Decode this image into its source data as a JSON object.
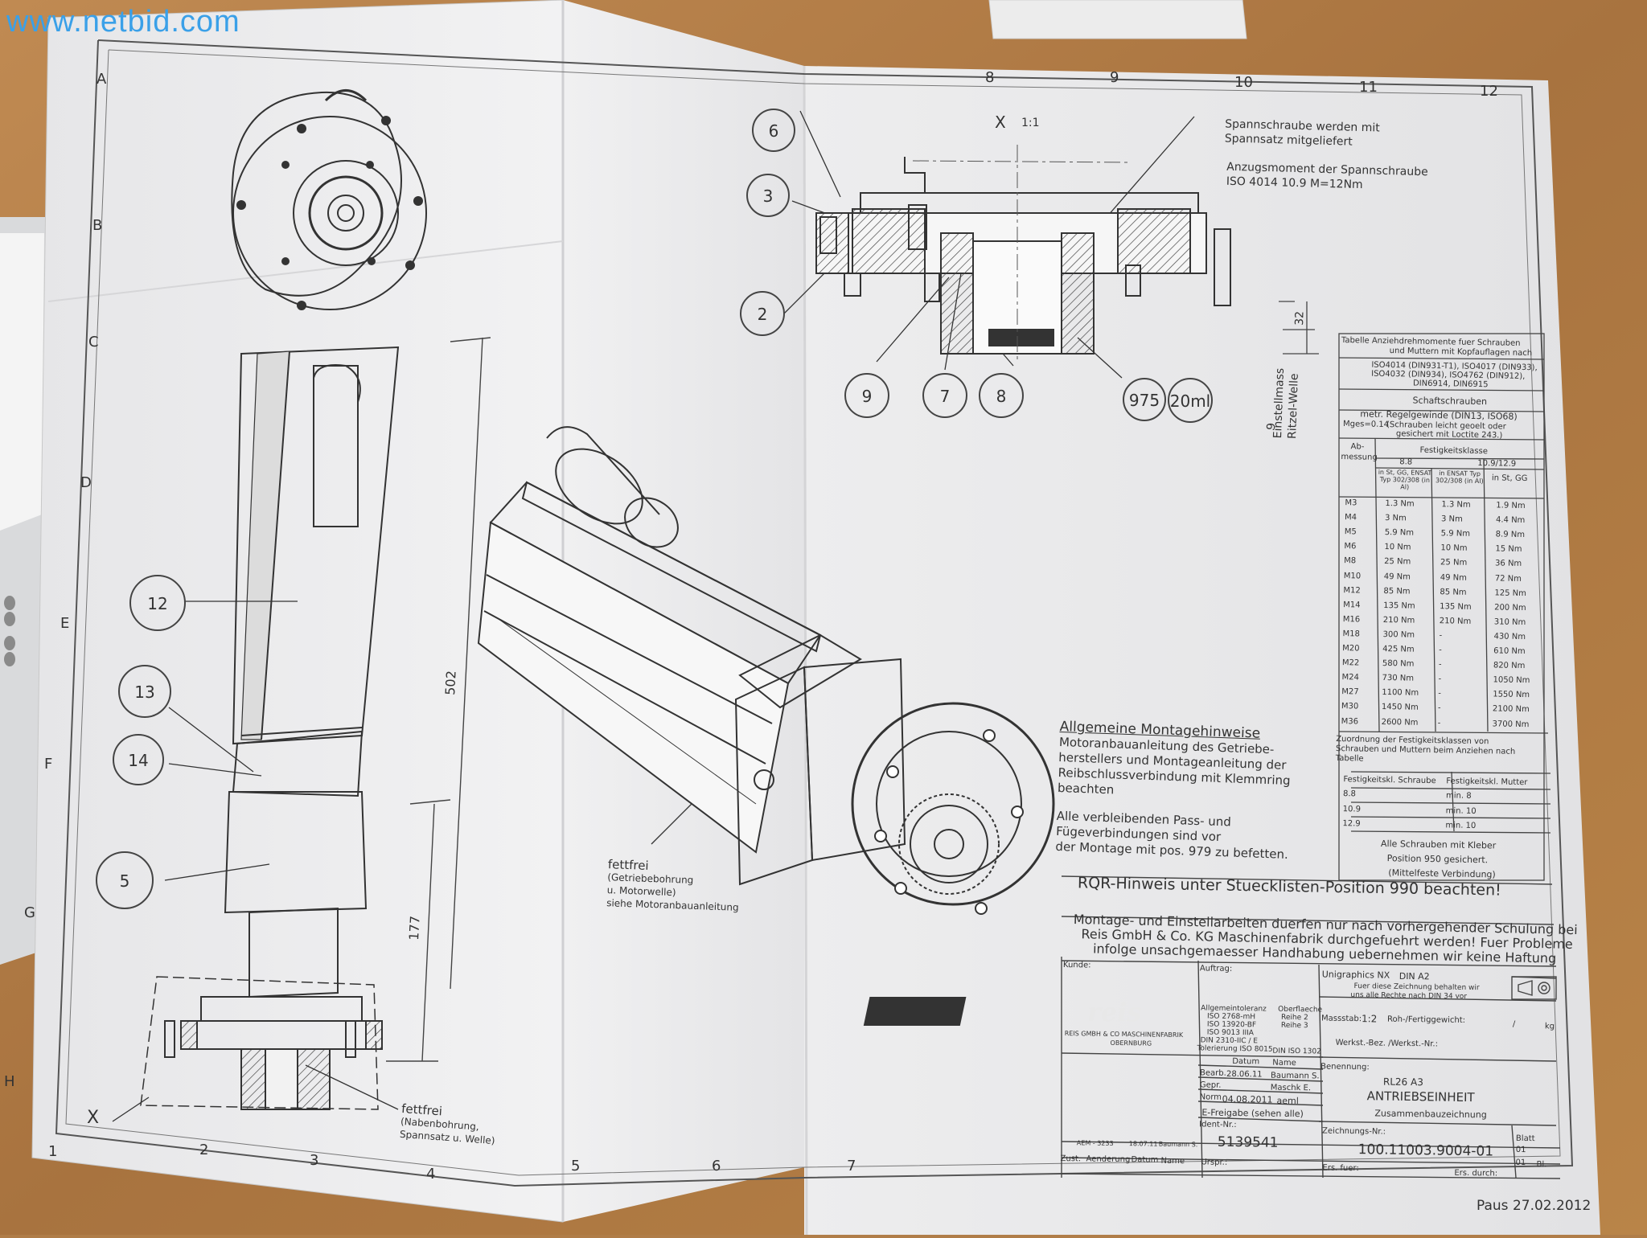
{
  "watermark": "www.netbid.com",
  "grid_cols": [
    "1",
    "2",
    "3",
    "4",
    "5",
    "6",
    "7",
    "8",
    "9",
    "10",
    "11",
    "12"
  ],
  "grid_rows": [
    "A",
    "B",
    "C",
    "D",
    "E",
    "F",
    "G",
    "H"
  ],
  "balloons": [
    "6",
    "3",
    "2",
    "9",
    "7",
    "8",
    "975",
    "20ml",
    "12",
    "13",
    "14",
    "5"
  ],
  "view_label": "X",
  "view_scale": "1:1",
  "detail_label": "X",
  "dims": {
    "d502": "502",
    "d177": "177",
    "d32": "32",
    "d9": "9"
  },
  "notes": {
    "spann1": "Spannschraube werden mit",
    "spann2": "Spannsatz mitgeliefert",
    "anz1": "Anzugsmoment der Spannschraube",
    "anz2": "ISO 4014 10.9 M=12Nm",
    "einstell1": "Einstellmass",
    "einstell2": "Ritzel-Welle",
    "fett1_a": "fettfrei",
    "fett1_b": "(Getriebebohrung",
    "fett1_c": "u. Motorwelle)",
    "fett1_d": "siehe Motoranbauanleitung",
    "fett2_a": "fettfrei",
    "fett2_b": "(Nabenbohrung,",
    "fett2_c": "Spannsatz u. Welle)"
  },
  "montage": {
    "title": "Allgemeine Montagehinweise",
    "lines": [
      "Motoranbauanleitung des Getriebe-",
      "herstellers und Montageanleitung der",
      "Reibschlussverbindung mit Klemmring",
      "beachten",
      "",
      "Alle verbleibenden Pass- und",
      "Fügeverbindungen sind vor",
      "der Montage mit pos. 979 zu befetten."
    ]
  },
  "torque_table": {
    "title1": "Tabelle   Anziehdrehmomente fuer Schrauben",
    "title2": "und Muttern mit Kopfauflagen nach",
    "std1": "ISO4014 (DIN931-T1), ISO4017 (DIN933),",
    "std2": "ISO4032 (DIN934), ISO4762 (DIN912),",
    "std3": "DIN6914, DIN6915",
    "schaft": "Schaftschrauben",
    "gewinde": "metr. Regelgewinde (DIN13, ISO68)",
    "mu_label": "Mges=0.14",
    "mu_text1": "(Schrauben leicht geoelt oder",
    "mu_text2": "gesichert mit Loctite 243.)",
    "col_ab": "Ab-",
    "col_messung": "messung",
    "col_fest": "Festigkeitsklasse",
    "col_88": "8.8",
    "col_109": "10.9/12.9",
    "sub1": "in St, GG, ENSAT Typ 302/308 (in Al)",
    "sub2": "in ENSAT Typ 302/308 (in Al)",
    "sub3": "in St, GG",
    "rows": [
      [
        "M3",
        "1.3 Nm",
        "1.3 Nm",
        "1.9 Nm"
      ],
      [
        "M4",
        "3 Nm",
        "3 Nm",
        "4.4 Nm"
      ],
      [
        "M5",
        "5.9 Nm",
        "5.9 Nm",
        "8.9 Nm"
      ],
      [
        "M6",
        "10 Nm",
        "10 Nm",
        "15 Nm"
      ],
      [
        "M8",
        "25 Nm",
        "25 Nm",
        "36 Nm"
      ],
      [
        "M10",
        "49 Nm",
        "49 Nm",
        "72 Nm"
      ],
      [
        "M12",
        "85 Nm",
        "85 Nm",
        "125 Nm"
      ],
      [
        "M14",
        "135 Nm",
        "135 Nm",
        "200 Nm"
      ],
      [
        "M16",
        "210 Nm",
        "210 Nm",
        "310 Nm"
      ],
      [
        "M18",
        "300 Nm",
        "-",
        "430 Nm"
      ],
      [
        "M20",
        "425 Nm",
        "-",
        "610 Nm"
      ],
      [
        "M22",
        "580 Nm",
        "-",
        "820 Nm"
      ],
      [
        "M24",
        "730 Nm",
        "-",
        "1050 Nm"
      ],
      [
        "M27",
        "1100 Nm",
        "-",
        "1550 Nm"
      ],
      [
        "M30",
        "1450 Nm",
        "-",
        "2100 Nm"
      ],
      [
        "M36",
        "2600 Nm",
        "-",
        "3700 Nm"
      ]
    ],
    "zuord1": "Zuordnung der Festigkeitsklassen von",
    "zuord2": "Schrauben und Muttern beim Anziehen nach",
    "zuord3": "Tabelle",
    "fk_head_s": "Festigkeitskl. Schraube",
    "fk_head_m": "Festigkeitskl. Mutter",
    "fk_rows": [
      [
        "8.8",
        "min. 8"
      ],
      [
        "10.9",
        "min. 10"
      ],
      [
        "12.9",
        "min. 10"
      ]
    ],
    "kleber1": "Alle Schrauben mit Kleber",
    "kleber2": "Position 950 gesichert.",
    "kleber3": "(Mittelfeste Verbindung)"
  },
  "rqr": "RQR-Hinweis unter Stuecklisten-Position 990 beachten!",
  "warn": [
    "Montage- und Einstellarbeiten duerfen nur nach vorhergehender Schulung bei",
    "Reis GmbH & Co. KG Maschinenfabrik durchgefuehrt werden! Fuer Probleme",
    "infolge unsachgemaesser Handhabung uebernehmen wir keine Haftung"
  ],
  "title_block": {
    "kunde": "Kunde:",
    "auftrag": "Auftrag:",
    "unigraphics": "Unigraphics NX",
    "din": "DIN A2",
    "rechte1": "Fuer diese Zeichnung behalten wir",
    "rechte2": "uns alle Rechte nach DIN 34 vor",
    "logo": "reis",
    "company1": "REIS GMBH & CO MASCHINENFABRIK",
    "company2": "OBERNBURG",
    "tol": [
      "Allgemeintoleranz",
      "ISO 2768-mH",
      "ISO 13920-BF",
      "ISO 9013 IIIA",
      "DIN 2310-IIC / E",
      "Tolerierung ISO 8015"
    ],
    "oberfl": [
      "Oberflaeche",
      "Reihe 2",
      "Reihe 3",
      "",
      "DIN ISO 1302"
    ],
    "massstab_label": "Massstab:",
    "massstab": "1:2",
    "rohgewicht": "Roh-/Fertiggewicht:",
    "gewicht": "/",
    "kg": "kg",
    "werkst": "Werkst.-Bez. /Werkst.-Nr.:",
    "datum": "Datum",
    "name": "Name",
    "bearb": "Bearb.",
    "bearb_d": "28.06.11",
    "bearb_n": "Baumann S.",
    "gepr": "Gepr.",
    "gepr_n": "Maschk E.",
    "norm": "Norm",
    "norm_d": "04.08.2011",
    "norm_n": "aeml",
    "freigabe": "E-Freigabe (sehen alle)",
    "benennung": "Benennung:",
    "ben1": "RL26 A3",
    "ben2": "ANTRIEBSEINHEIT",
    "ben3": "Zusammenbauzeichnung",
    "ident_label": "Ident-Nr.:",
    "ident": "5139541",
    "zeich_label": "Zeichnungs-Nr.:",
    "zeich": "100.11003.9004-01",
    "blatt": "Blatt",
    "blatt1": "01",
    "blatt2": "01",
    "bl": "Bl.",
    "aend_code": "AEM - 3233",
    "aend_date": "18.07.11",
    "aend_name": "Baumann S.",
    "zust": "Zust.",
    "aenderung": "Aenderung",
    "datum2": "Datum",
    "name2": "Name",
    "urspr": "Urspr.:",
    "ers_fuer": "Ers. fuer:",
    "ers_durch": "Ers. durch:"
  },
  "stamp": "Paus 27.02.2012"
}
